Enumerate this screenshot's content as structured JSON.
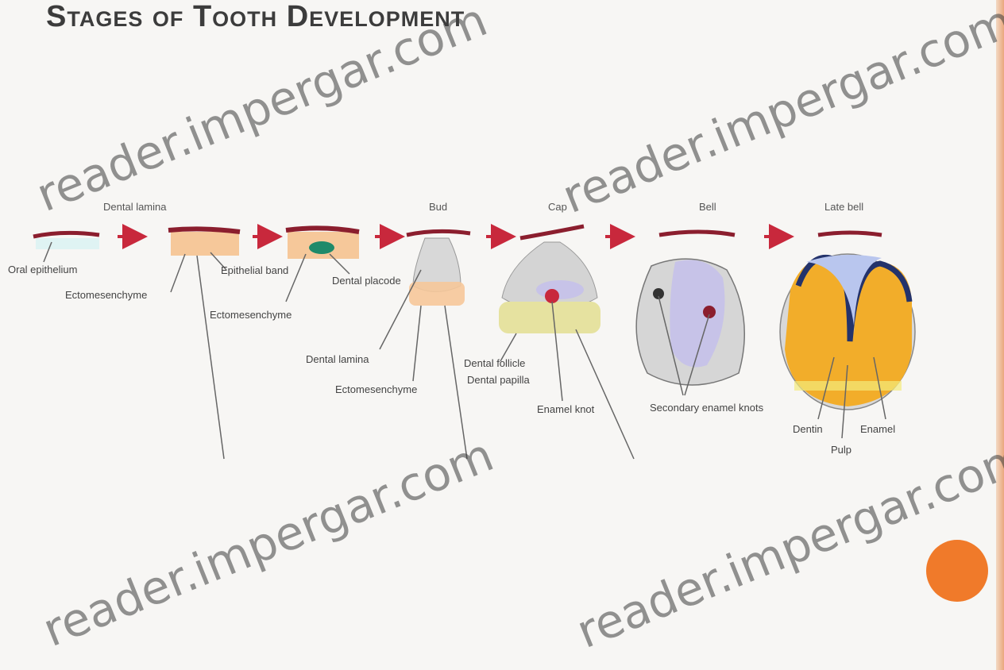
{
  "slide": {
    "title": "Stages of Tooth Development"
  },
  "stages": {
    "dental_lamina": "Dental lamina",
    "bud": "Bud",
    "cap": "Cap",
    "bell": "Bell",
    "late_bell": "Late bell"
  },
  "labels": {
    "oral_epithelium": "Oral epithelium",
    "ectomesenchyme": "Ectomesenchyme",
    "epithelial_band": "Epithelial band",
    "ectomesenchyme_2": "Ectomesenchyme",
    "dental_placode": "Dental placode",
    "dental_lamina_2": "Dental lamina",
    "ectomesenchyme_3": "Ectomesenchyme",
    "dental_follicle": "Dental follicle",
    "dental_papilla": "Dental papilla",
    "enamel_knot": "Enamel knot",
    "secondary_enamel_knots": "Secondary enamel knots",
    "dentin": "Dentin",
    "pulp": "Pulp",
    "enamel": "Enamel"
  },
  "watermark": "reader.impergar.com",
  "colors": {
    "epithelium": "#8b1e2e",
    "arrow": "#c8283c",
    "mesenchyme": "#f6c89a",
    "placode": "#1f8a6a",
    "papilla": "#e6e2a0",
    "enamel_organ": "#c7c3e8",
    "dentin": "#f2ad2a",
    "enamel": "#b9c6ee",
    "accent": "#f07a2a"
  }
}
